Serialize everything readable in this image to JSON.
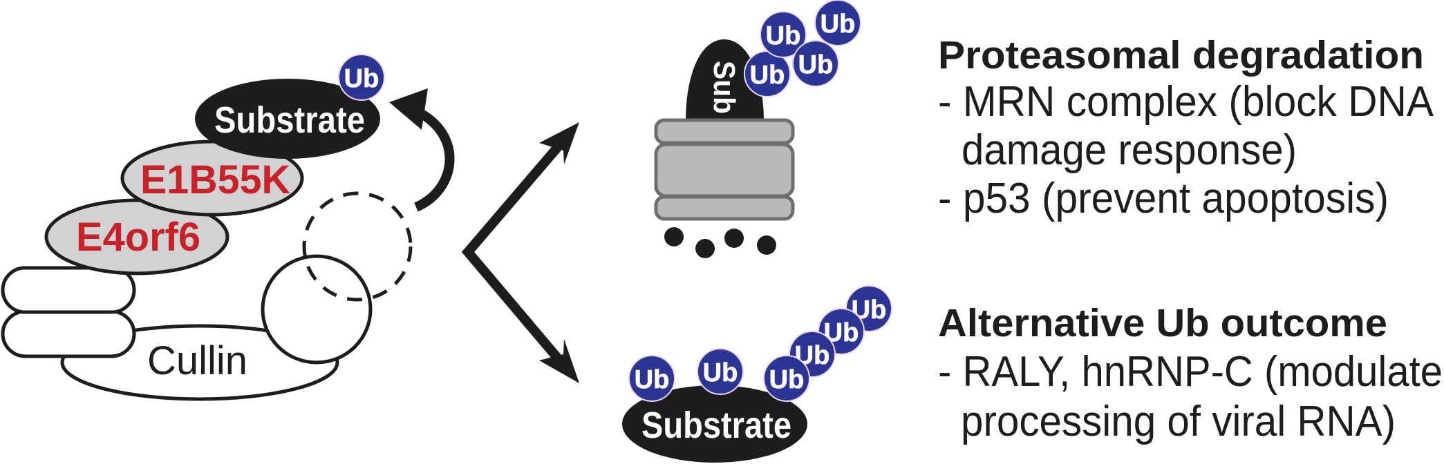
{
  "colors": {
    "ubiquitin": "#2b3694",
    "adaptor_fill": "#d1d2d4",
    "adaptor_text": "#c92128",
    "substrate_fill": "#1e1c1d",
    "proteasome_fill": "#b9babc",
    "proteasome_stroke": "#6d6e70"
  },
  "ligase_complex": {
    "substrate_label": "Substrate",
    "ub_label": "Ub",
    "e1b55k_label": "E1B55K",
    "e4orf6_label": "E4orf6",
    "cullin_label": "Cullin"
  },
  "proteasome_branch": {
    "substrate_label": "Sub",
    "ub_chain": [
      "Ub",
      "Ub",
      "Ub",
      "Ub"
    ],
    "fragment_count": 4
  },
  "alternative_branch": {
    "substrate_label": "Substrate",
    "ub_marks": [
      "Ub",
      "Ub",
      "Ub",
      "Ub",
      "Ub",
      "Ub"
    ]
  },
  "outcomes": {
    "proteasomal": {
      "title": "Proteasomal degradation",
      "lines": [
        "- MRN complex (block DNA",
        "damage response)",
        "- p53 (prevent apoptosis)"
      ]
    },
    "alternative": {
      "title": "Alternative Ub outcome",
      "lines": [
        "- RALY, hnRNP-C (modulate",
        "processing of viral RNA)"
      ]
    }
  }
}
